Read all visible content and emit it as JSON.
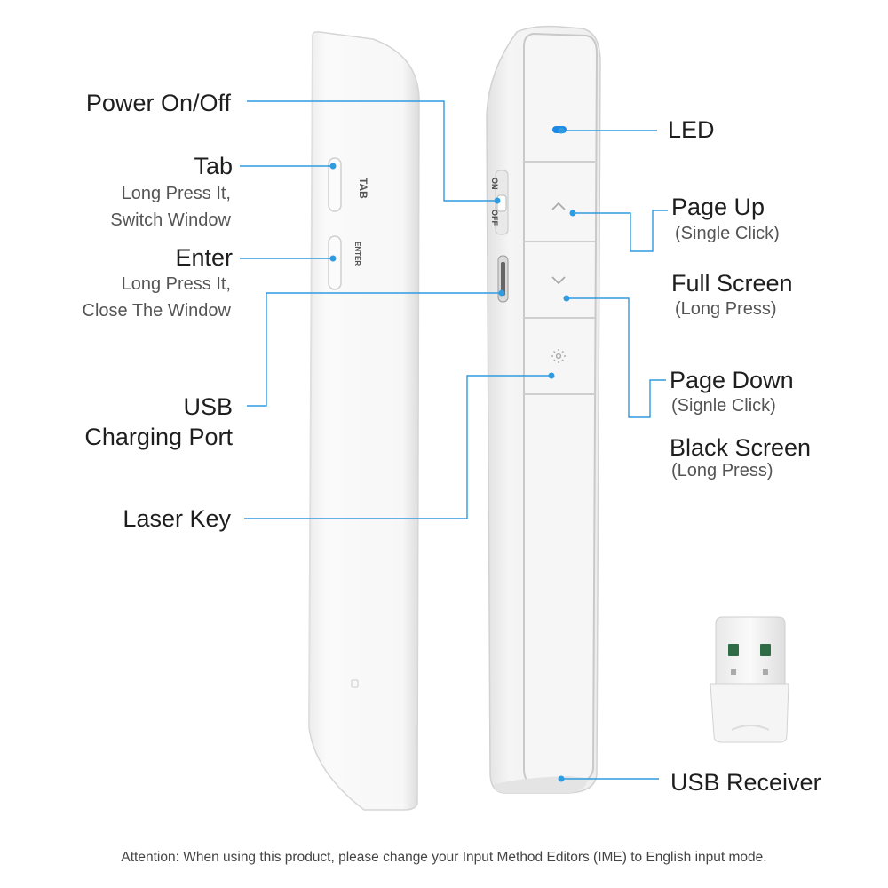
{
  "callouts": {
    "power": "Power On/Off",
    "tab": "Tab",
    "tab_desc_1": "Long Press It,",
    "tab_desc_2": "Switch Window",
    "enter": "Enter",
    "enter_desc_1": "Long Press It,",
    "enter_desc_2": "Close The Window",
    "usb_1": "USB",
    "usb_2": "Charging Port",
    "laser": "Laser Key",
    "led": "LED",
    "page_up": "Page Up",
    "page_up_desc": "(Single Click)",
    "full_screen": "Full Screen",
    "full_screen_desc": "(Long Press)",
    "page_down": "Page Down",
    "page_down_desc": "(Signle Click)",
    "black_screen": "Black Screen",
    "black_screen_desc": "(Long Press)",
    "usb_receiver": "USB Receiver"
  },
  "device_text": {
    "tab_print": "TAB",
    "enter_print": "ENTER",
    "switch_on": "ON",
    "switch_off": "OFF"
  },
  "footer": "Attention: When using this product, please change your Input Method Editors (IME) to English input mode.",
  "colors": {
    "leader_line": "#2f9be0",
    "led": "#1e88e5",
    "device_body": "#f4f4f4"
  }
}
